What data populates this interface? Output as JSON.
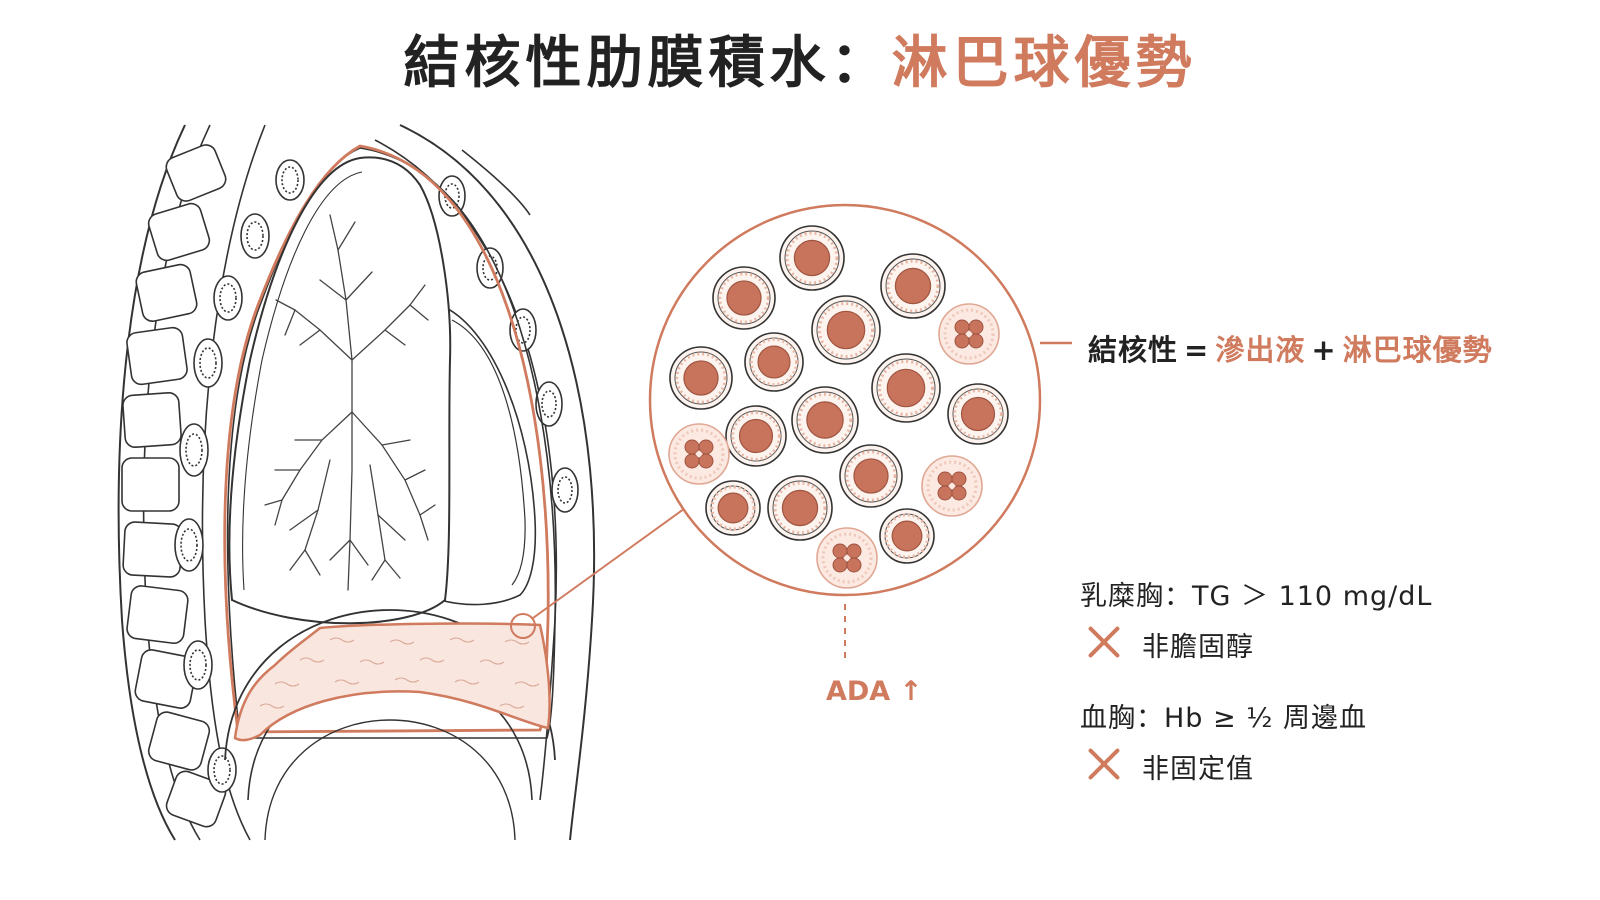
{
  "title": {
    "main": "結核性肋膜積水：",
    "accent": "淋巴球優勢"
  },
  "equation": {
    "term1": "結核性",
    "op1": "=",
    "term2": "滲出液",
    "op2": "+",
    "term3": "淋巴球優勢"
  },
  "ada_label": "ADA ↑",
  "notes": [
    {
      "label": "乳糜胸：TG ＞ 110 mg/dL",
      "point": "非膽固醇"
    },
    {
      "label": "血胸：Hb ≥ ½ 周邊血",
      "point": "非固定值"
    }
  ],
  "colors": {
    "accent": "#d07a5e",
    "ink": "#333333",
    "fluid": "#f9e6df"
  }
}
